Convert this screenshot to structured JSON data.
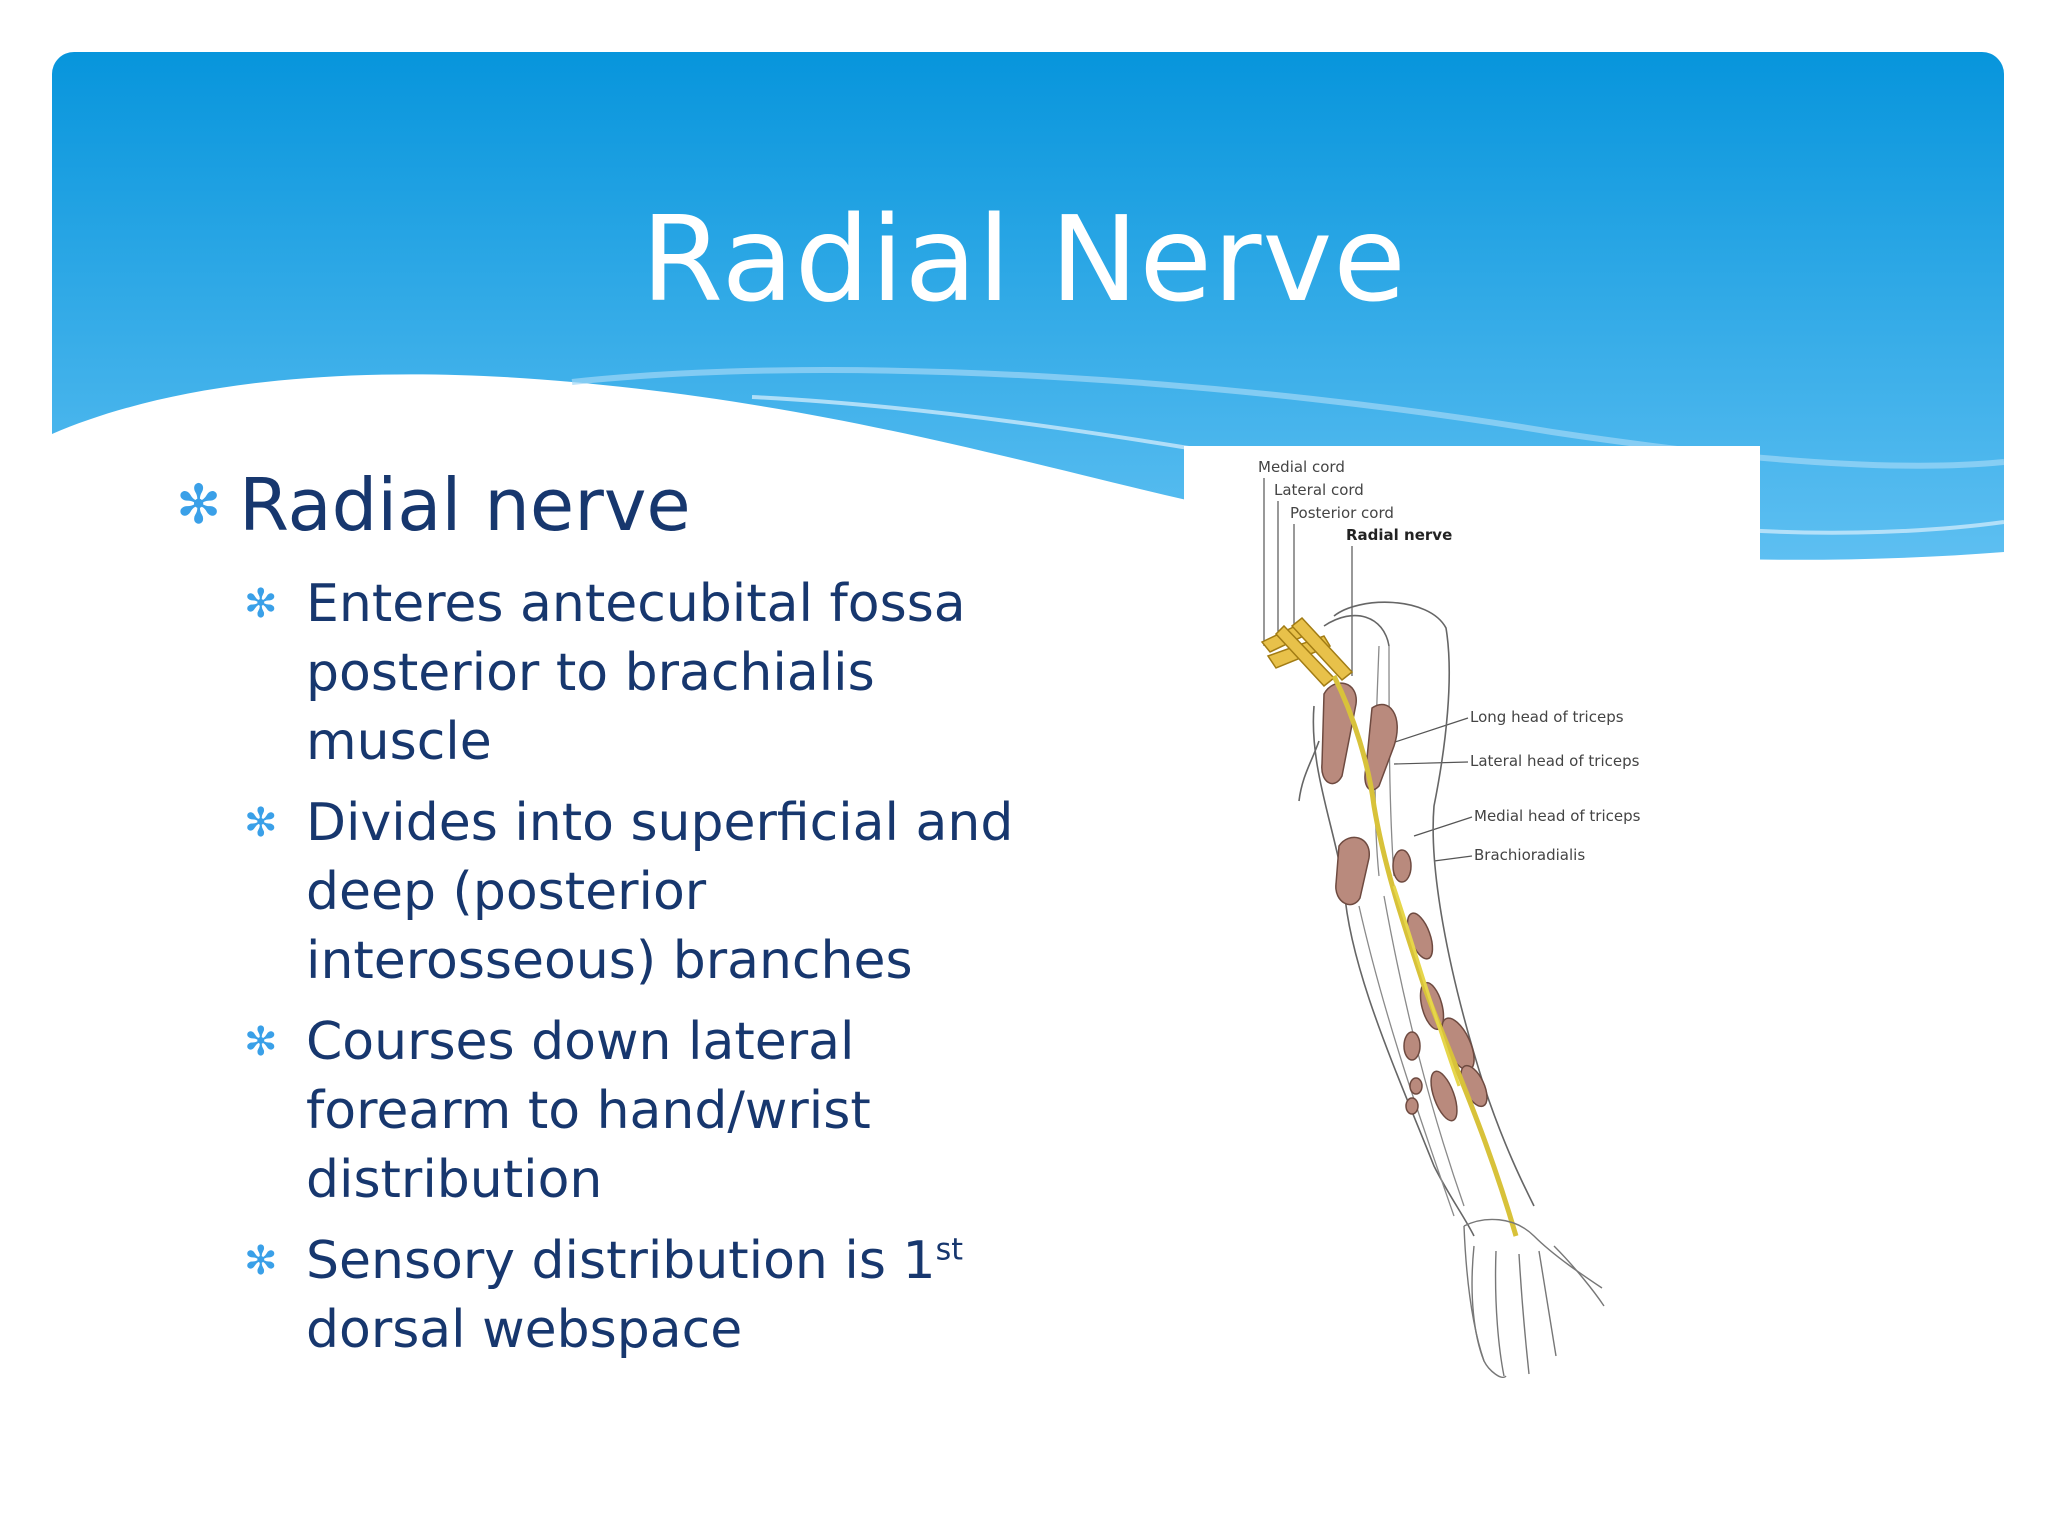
{
  "slide": {
    "title": "Radial Nerve",
    "colors": {
      "header_top": "#0795dc",
      "header_bottom": "#52b7f0",
      "text": "#17376e",
      "bullet": "#3aa0e8"
    }
  },
  "content": {
    "main_bullet": "Radial nerve",
    "sub_bullets": [
      {
        "lines": [
          "Enteres antecubital fossa",
          "posterior to brachialis",
          "muscle"
        ]
      },
      {
        "lines": [
          "Divides into superficial and",
          "deep (posterior",
          "interosseous) branches"
        ]
      },
      {
        "lines": [
          "Courses down lateral",
          "forearm to hand/wrist",
          "distribution"
        ]
      },
      {
        "lines": [
          "Sensory distribution is 1",
          "dorsal webspace"
        ],
        "superscript": "st"
      }
    ]
  },
  "figure": {
    "labels": {
      "medial_cord": "Medial cord",
      "lateral_cord": "Lateral cord",
      "posterior_cord": "Posterior cord",
      "radial_nerve": "Radial nerve",
      "long_head": "Long head of triceps",
      "lateral_head": "Lateral head of triceps",
      "medial_head": "Medial head of triceps",
      "brachioradialis": "Brachioradialis"
    }
  }
}
